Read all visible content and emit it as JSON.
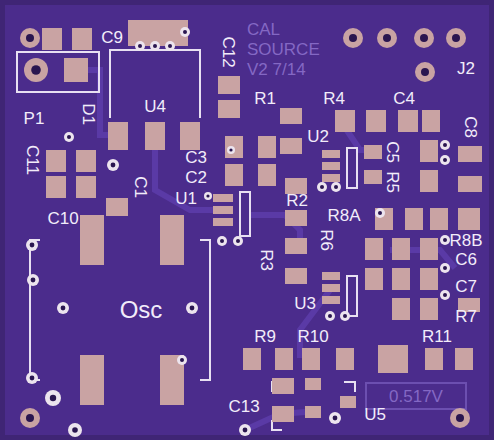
{
  "diagram": {
    "labels": [
      "C9",
      "CAL SOURCE V2 7/14",
      "J2",
      "P1",
      "C12",
      "R1",
      "R4",
      "C4",
      "U4",
      "D1",
      "C11",
      "C8",
      "C3",
      "C2",
      "U2",
      "C5",
      "R5",
      "C1",
      "U1",
      "R2",
      "R8A",
      "C10",
      "R8B",
      "R6",
      "C6",
      "R3",
      "C7",
      "Osc",
      "U3",
      "R7",
      "R9",
      "R10",
      "R11",
      "C13",
      "U5",
      "0.517V"
    ]
  }
}
